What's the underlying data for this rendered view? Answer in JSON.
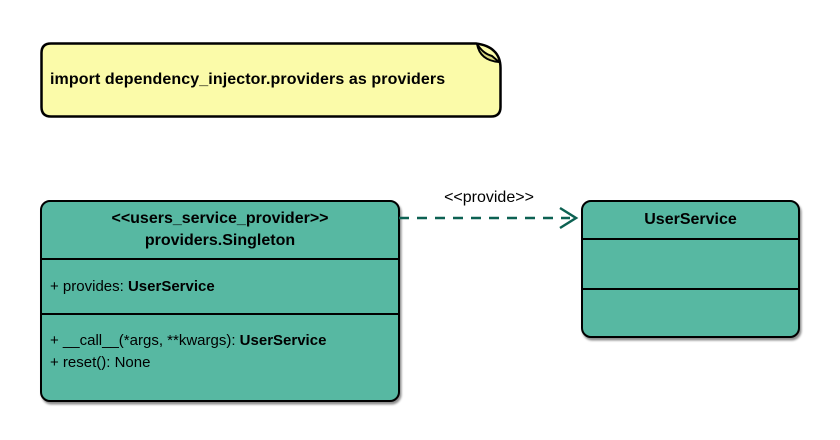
{
  "note": {
    "text": "import dependency_injector.providers as providers"
  },
  "provider_class": {
    "stereotype": "<<users_service_provider>>",
    "name": "providers.Singleton",
    "attribute_prefix": "+ provides: ",
    "attribute_type": "UserService",
    "method1_prefix": "+ __call__(*args, **kwargs): ",
    "method1_type": "UserService",
    "method2": "+ reset(): None"
  },
  "service_class": {
    "name": "UserService"
  },
  "arrow": {
    "label": "<<provide>>"
  },
  "colors": {
    "class_fill": "#57B8A2",
    "note_fill": "#FBFBA9",
    "note_fold": "#D6D67E",
    "arrow": "#0C6152",
    "border": "#000000"
  }
}
